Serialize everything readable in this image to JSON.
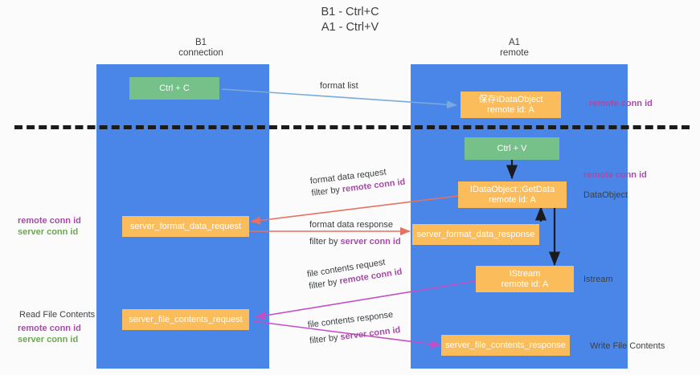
{
  "title": "B1 - Ctrl+C\nA1 - Ctrl+V",
  "lanes": [
    {
      "id": "b1",
      "label": "B1\nconnection"
    },
    {
      "id": "a1",
      "label": "A1\nremote"
    }
  ],
  "nodes": {
    "ctrl_c": "Ctrl + C",
    "ctrl_v": "Ctrl + V",
    "save_idataobject": "保存IDataObject\nremote id: A",
    "idataobject_getdata": "IDataObject::GetData\nremote id: A",
    "istream": "IStream\nremote id: A",
    "server_format_data_request": "server_format_data_request",
    "server_format_data_response": "server_format_data_response",
    "server_file_contents_request": "server_file_contents_request",
    "server_file_contents_response": "server_file_contents_response"
  },
  "edge_labels": {
    "format_list": "format list",
    "format_data_request": "format data request",
    "format_data_request_filter_prefix": "filter by ",
    "format_data_request_filter_key": "remote conn id",
    "format_data_response": "format data response",
    "format_data_response_filter_prefix": "filter by ",
    "format_data_response_filter_key": "server conn id",
    "file_contents_request": "file contents request",
    "file_contents_request_filter_prefix": "filter by ",
    "file_contents_request_filter_key": "remote conn id",
    "file_contents_response": "file contents response",
    "file_contents_response_filter_prefix": "filter by ",
    "file_contents_response_filter_key": "server conn id"
  },
  "annotations": {
    "right_top_remote_conn_id": "remote conn id",
    "right_mid_remote_conn_id": "remote conn id",
    "right_dataobject": "DataObject",
    "right_istream": "Istream",
    "right_write_file_contents": "Write File Contents",
    "left_remote_conn_id": "remote conn id",
    "left_server_conn_id": "server conn id",
    "left_read_file_contents": "Read File Contents",
    "left_bottom_remote_conn_id": "remote conn id",
    "left_bottom_server_conn_id": "server conn id"
  },
  "colors": {
    "lane": "#4a86e8",
    "node_green": "#76c18a",
    "node_orange": "#fbbc5c",
    "magenta": "#a64ca6",
    "green_text": "#6aa84f",
    "arrow_blue": "#7aa9dd",
    "arrow_red": "#e8705f",
    "arrow_magenta": "#c44ec4",
    "arrow_dark": "#1b1b1b",
    "background": "#fbfbfb"
  }
}
